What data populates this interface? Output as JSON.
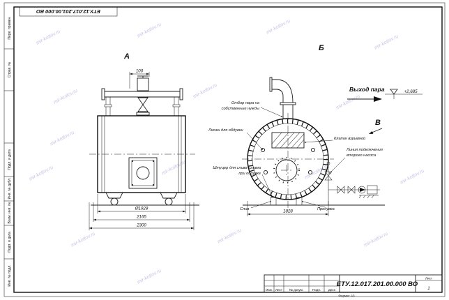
{
  "watermark": {
    "text": "mir-kotlov.ru",
    "color": "#998fd0"
  },
  "stamp": {
    "code": "ЕТУ.12.017.201.00.000 ВО",
    "format": "Формат А3",
    "sheet_label": "Лист",
    "sheet_value": "1",
    "cols": {
      "izm": "Изм.",
      "list": "Лист",
      "doc": "№ докум.",
      "podp": "Подп.",
      "data": "Дата"
    }
  },
  "margin": {
    "c1": "Перв. примен.",
    "c2": "Справ. №",
    "c3": "Подп. и дата",
    "c4": "Инв. № дубл.",
    "c5": "Взам. инв. №",
    "c6": "Подп. и дата",
    "c7": "Инв. № подл."
  },
  "views": {
    "a": "А",
    "b": "Б",
    "v": "В"
  },
  "dims": {
    "d100": "100",
    "dia": "Ø1928",
    "l1": "2165",
    "l2": "2300",
    "w": "1828",
    "level": "+2,685"
  },
  "ann": {
    "steam_out": "Выход пара",
    "otbor1": "Отбор пара на",
    "otbor2": "собственные нужды",
    "lyuchki": "Лючки для обдувки",
    "klapan": "Клапан взрывной",
    "liniya1": "Линия подключения",
    "liniya2": "второго насоса",
    "shtucer1": "Штуцер для слива шлама",
    "shtucer2": "при обдувке",
    "sliv": "Слив",
    "produvka": "Продувка"
  }
}
